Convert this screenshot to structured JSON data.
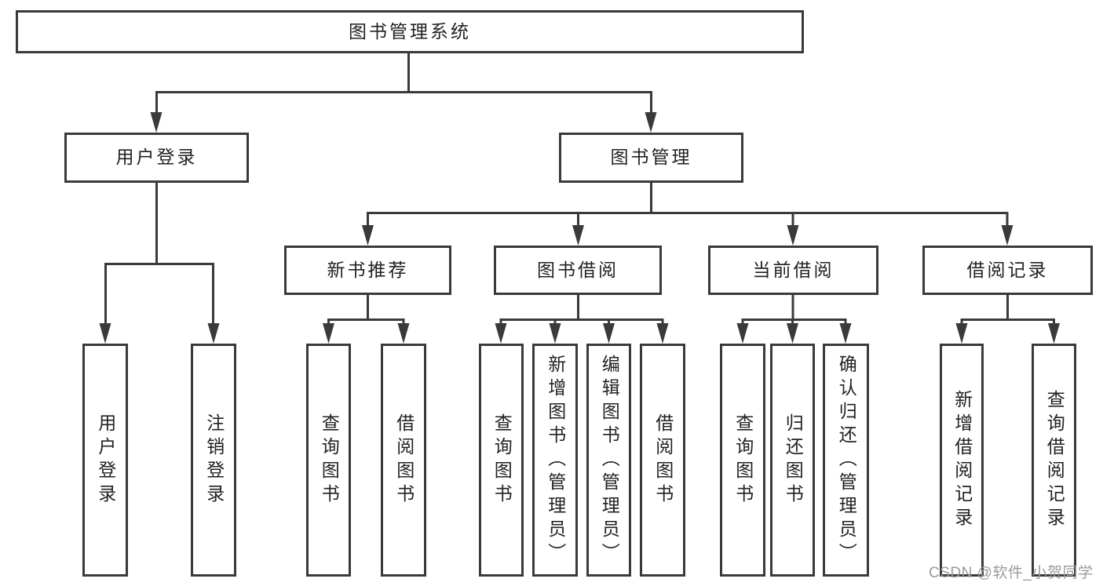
{
  "tree": {
    "root": {
      "label": "图书管理系统",
      "children": [
        {
          "label": "用户登录",
          "children": [
            {
              "label": "用户登录"
            },
            {
              "label": "注销登录"
            }
          ]
        },
        {
          "label": "图书管理",
          "children": [
            {
              "label": "新书推荐",
              "children": [
                {
                  "label": "查询图书"
                },
                {
                  "label": "借阅图书"
                }
              ]
            },
            {
              "label": "图书借阅",
              "children": [
                {
                  "label": "查询图书"
                },
                {
                  "label": "新增图书（管理员）"
                },
                {
                  "label": "编辑图书（管理员）"
                },
                {
                  "label": "借阅图书"
                }
              ]
            },
            {
              "label": "当前借阅",
              "children": [
                {
                  "label": "查询图书"
                },
                {
                  "label": "归还图书"
                },
                {
                  "label": "确认归还（管理员）"
                }
              ]
            },
            {
              "label": "借阅记录",
              "children": [
                {
                  "label": "新增借阅记录"
                },
                {
                  "label": "查询借阅记录"
                }
              ]
            }
          ]
        }
      ]
    }
  },
  "watermark": "CSDN @软件_小贺同学",
  "colors": {
    "line": "#3a3a3a",
    "text": "#222222",
    "watermark": "#9b9b9b",
    "background": "#ffffff"
  }
}
